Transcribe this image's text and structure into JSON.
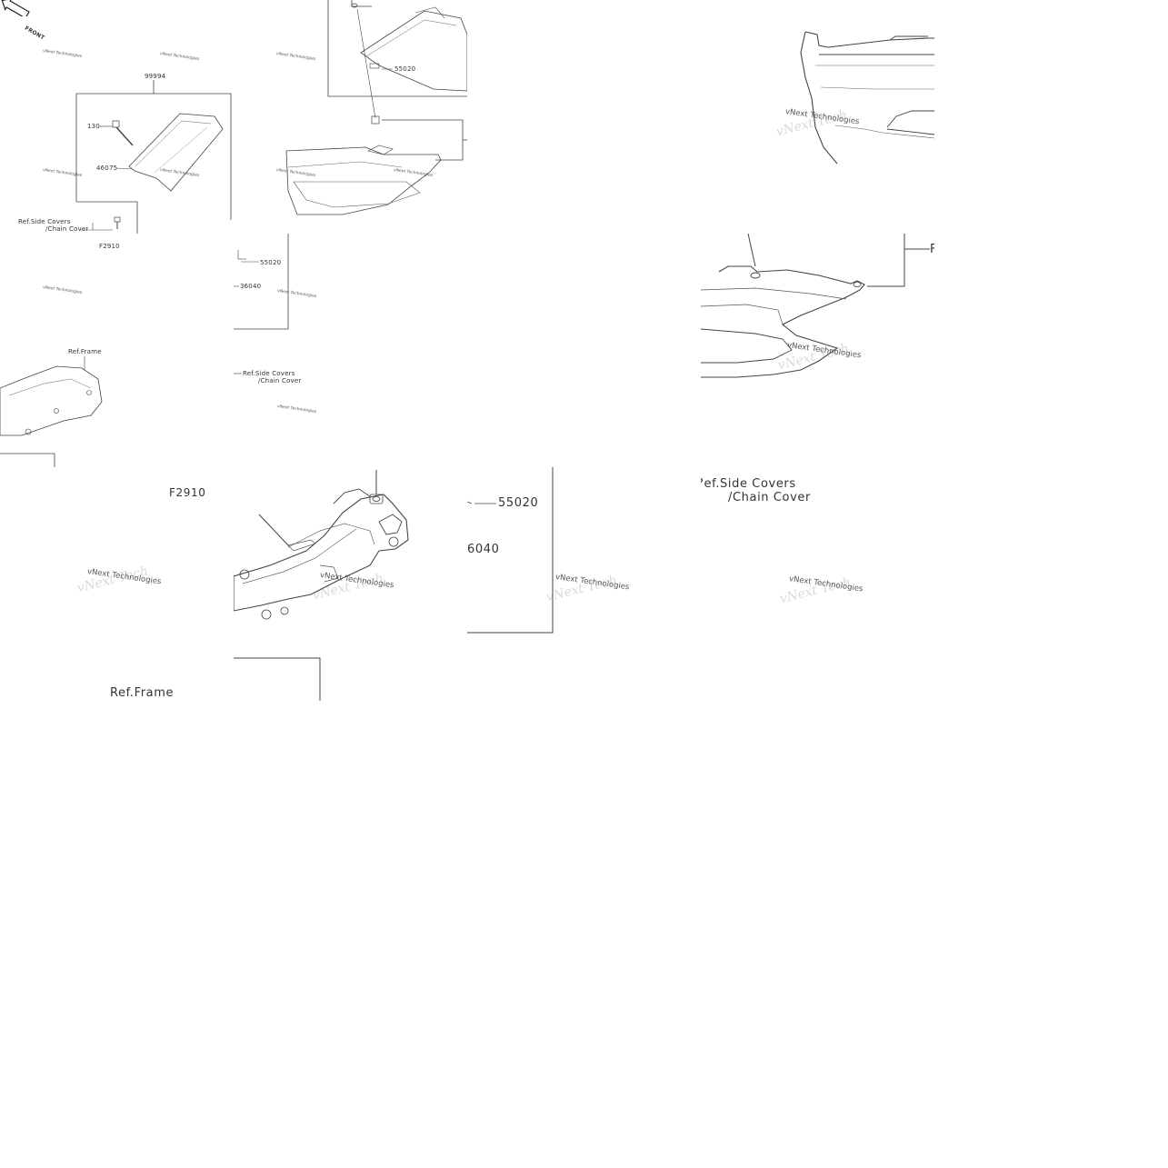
{
  "watermark": "vNext Technologies",
  "parts": {
    "p99994": "99994",
    "p130": "130",
    "p46075": "46075",
    "p55020": "55020",
    "p36040": "36040",
    "p36040_cropped": "6040",
    "ref_side_covers": "Ref.Side Covers",
    "ref_chain_cover": "/Chain Cover",
    "ref_side_covers_cropped": "?ef.Side Covers",
    "ref_frame": "Ref.Frame",
    "figure_code": "F2910",
    "front": "FRONT",
    "cropped_r": "F"
  },
  "colors": {
    "ink": "#333333",
    "line": "#444444",
    "paper": "#ffffff"
  },
  "icons": [
    "front-arrow-icon"
  ]
}
